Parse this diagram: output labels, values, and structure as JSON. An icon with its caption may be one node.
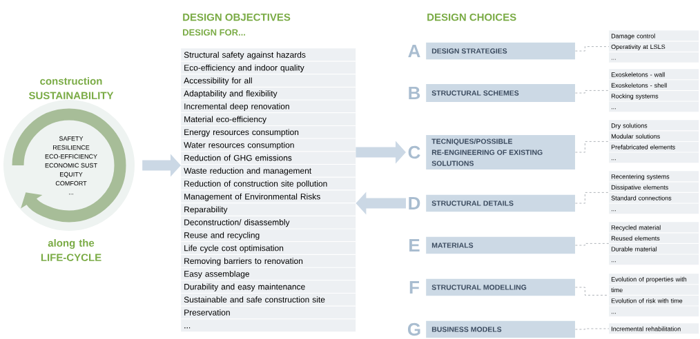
{
  "diagram": {
    "nodes": [
      {
        "text": [
          "construction SUSTAINABILITY",
          "SAFETY",
          "RESILIENCE",
          "ECO-EFFICIENCY",
          "ECONOMIC SUST",
          "EQUITY",
          "COMFORT",
          "...",
          "along the LIFE-CYCLE"
        ]
      },
      {
        "text": [
          "DESIGN OBJECTIVES",
          "DESIGN FOR...",
          "Structural safety against hazards",
          "Eco-efficiency and indoor quality",
          "Accessibility for all",
          "Adaptability and flexibility",
          "Incremental deep renovation",
          "Material eco-efficiency",
          "Energy resources consumption",
          "Water resources consumption",
          "Reduction of GHG emissions",
          "Waste reduction and management",
          "Reduction of construction site pollution",
          "Management of Environmental Risks",
          "Reparability",
          "Deconstruction/ disassembly",
          "Reuse and recycling",
          "Life cycle cost optimisation",
          "Removing barriers to renovation",
          "Easy assemblage",
          "Durability and easy maintenance",
          "Sustainable and safe construction site",
          "Preservation",
          "..."
        ]
      },
      {
        "text": [
          "DESIGN STRATEGIES"
        ],
        "beside": [
          "A"
        ]
      },
      {
        "text": [
          "Damage control",
          "Operativity at LSLS",
          "..."
        ]
      },
      {
        "text": [
          "STRUCTURAL SCHEMES"
        ],
        "beside": [
          "B"
        ]
      },
      {
        "text": [
          "Exoskeletons - wall",
          "Exoskeletons - shell",
          "Rocking systems",
          "..."
        ]
      },
      {
        "text": [
          "TECNIQUES/POSSIBLE RE-ENGINEERING OF EXISTING SOLUTIONS"
        ],
        "beside": [
          "C"
        ]
      },
      {
        "text": [
          "Dry solutions",
          "Modular solutions",
          "Prefabricated elements",
          "..."
        ]
      },
      {
        "text": [
          "STRUCTURAL DETAILS"
        ],
        "beside": [
          "D"
        ]
      },
      {
        "text": [
          "Recentering systems",
          "Dissipative elements",
          "Standard connections",
          "..."
        ]
      },
      {
        "text": [
          "MATERIALS"
        ],
        "beside": [
          "E"
        ]
      },
      {
        "text": [
          "Recycled material",
          "Reused elements",
          "Durable material",
          "..."
        ]
      },
      {
        "text": [
          "STRUCTURAL MODELLING"
        ],
        "beside": [
          "F"
        ]
      },
      {
        "text": [
          "Evolution of properties with time",
          "Evolution of risk with time",
          "..."
        ]
      },
      {
        "text": [
          "BUSINESS MODELS"
        ],
        "beside": [
          "G"
        ]
      },
      {
        "text": [
          "Incremental rehabilitation"
        ]
      }
    ],
    "edges": [
      {
        "from": 0,
        "to": 1,
        "arrow": "to",
        "style": "thick",
        "color": "#cbd8e5"
      },
      {
        "from": 1,
        "to": 6,
        "arrow": "to",
        "style": "thick",
        "color": "#cbd8e5"
      },
      {
        "from": 8,
        "to": 1,
        "arrow": "to",
        "style": "thick",
        "color": "#cbd8e5"
      },
      {
        "from": 2,
        "to": 3,
        "arrow": "none",
        "style": "dashed"
      },
      {
        "from": 4,
        "to": 5,
        "arrow": "none",
        "style": "dashed"
      },
      {
        "from": 6,
        "to": 7,
        "arrow": "none",
        "style": "dashed"
      },
      {
        "from": 8,
        "to": 9,
        "arrow": "none",
        "style": "dashed"
      },
      {
        "from": 10,
        "to": 11,
        "arrow": "none",
        "style": "dashed"
      },
      {
        "from": 12,
        "to": 13,
        "arrow": "none",
        "style": "dashed"
      },
      {
        "from": 14,
        "to": 15,
        "arrow": "none",
        "style": "dashed"
      }
    ],
    "labels": [
      "DESIGN CHOICES"
    ]
  }
}
